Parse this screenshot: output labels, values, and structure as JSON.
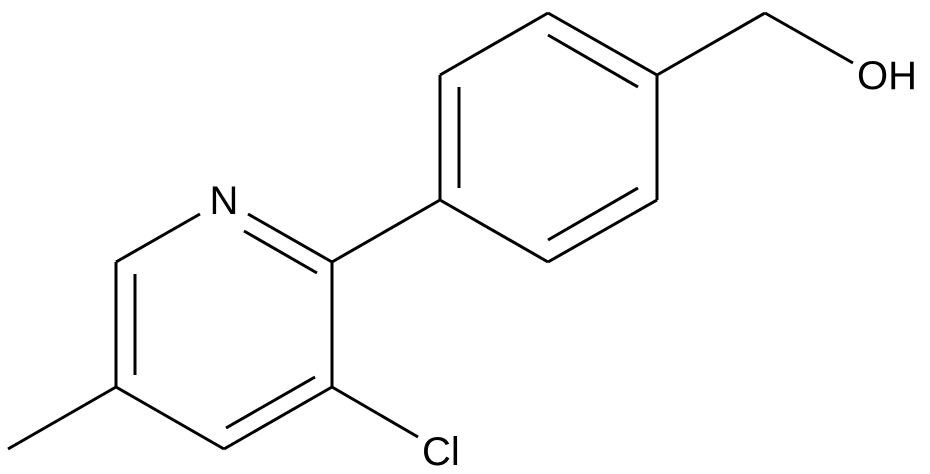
{
  "molecule": {
    "atom_labels": {
      "nitrogen": "N",
      "chlorine": "Cl",
      "hydroxyl": "OH"
    },
    "bond_color": "#000000",
    "background_color": "#ffffff"
  }
}
